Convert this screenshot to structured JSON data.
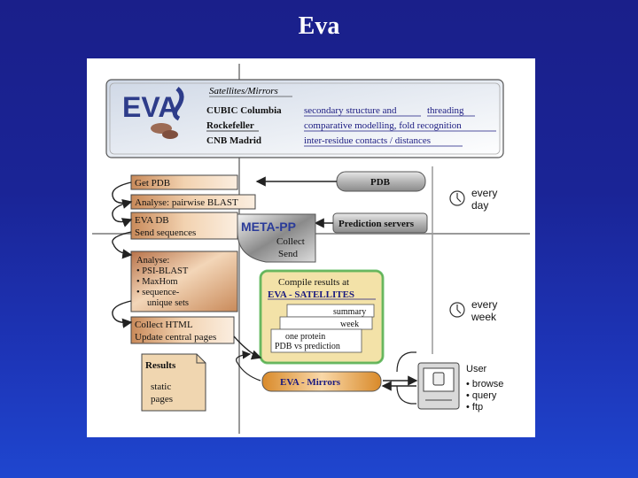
{
  "slide": {
    "title": "Eva"
  },
  "header": {
    "logo_text": "EVA",
    "satellites_heading": "Satellites/Mirrors",
    "sites": [
      {
        "site": "CUBIC Columbia",
        "topic": "secondary structure and",
        "topic_extra": "threading"
      },
      {
        "site": "Rockefeller",
        "topic": "comparative modelling, fold recognition"
      },
      {
        "site": "CNB Madrid",
        "topic": "inter-residue contacts / distances"
      }
    ]
  },
  "workflow": {
    "get_pdb": "Get PDB",
    "pairwise_blast": "Analyse: pairwise BLAST",
    "eva_db_line1": "EVA DB",
    "eva_db_line2": "Send sequences",
    "analyse_lines": [
      "Analyse:",
      "• PSI-BLAST",
      "• MaxHom",
      "• sequence-",
      "unique sets"
    ],
    "collect_html_line1": "Collect HTML",
    "collect_html_line2": "Update central pages"
  },
  "pdb_box": "PDB",
  "meta_pp": {
    "title": "META-PP",
    "line1": "Collect",
    "line2": "Send"
  },
  "prediction_servers": "Prediction servers",
  "schedule": {
    "daily_line1": "every",
    "daily_line2": "day",
    "weekly_line1": "every",
    "weekly_line2": "week"
  },
  "compile": {
    "line1": "Compile results at",
    "line2": "EVA - SATELLITES",
    "stack": [
      "summary",
      "week",
      "one protein",
      "PDB vs prediction"
    ]
  },
  "results": {
    "title": "Results",
    "line1": "static",
    "line2": "pages"
  },
  "mirrors": "EVA - Mirrors",
  "user": {
    "title": "User",
    "items": [
      "• browse",
      "• query",
      "• ftp"
    ]
  }
}
